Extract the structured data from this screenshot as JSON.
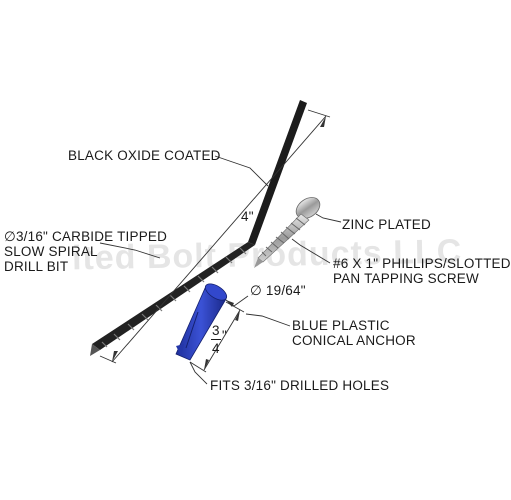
{
  "watermark": "ited Bolt Products LLC",
  "labels": {
    "coating": "BLACK OXIDE COATED",
    "length": "4\"",
    "drill_bit_line1": "∅3/16\" CARBIDE TIPPED",
    "drill_bit_line2": "SLOW SPIRAL",
    "drill_bit_line3": "DRILL BIT",
    "plating": "ZINC PLATED",
    "screw_line1": "#6 X 1\" PHILLIPS/SLOTTED",
    "screw_line2": "PAN TAPPING SCREW",
    "anchor_diameter": "∅ 19/64\"",
    "anchor_length_num": "3",
    "anchor_length_den": "4",
    "anchor_length_unit": "\"",
    "anchor_line1": "BLUE PLASTIC",
    "anchor_line2": "CONICAL ANCHOR",
    "holes": "FITS 3/16\" DRILLED HOLES"
  },
  "colors": {
    "drill_bit": "#1c1c1c",
    "screw": "#b8b8b8",
    "anchor": "#2a3fbf",
    "leader": "#333333"
  }
}
